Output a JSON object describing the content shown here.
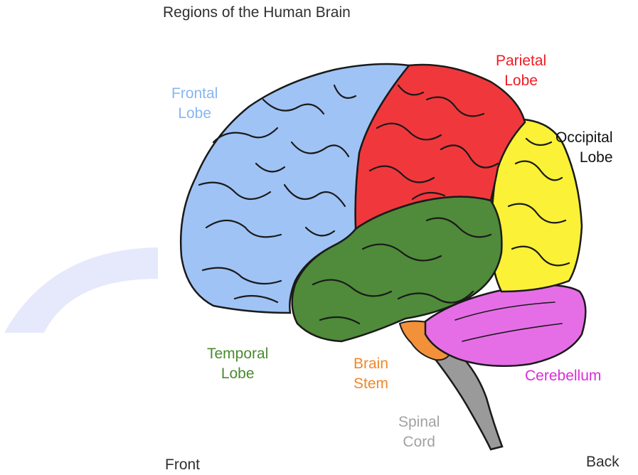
{
  "title": "Regions of the Human Brain",
  "regions": {
    "frontal": {
      "line1": "Frontal",
      "line2": "Lobe",
      "color": "#86b6f1"
    },
    "parietal": {
      "line1": "Parietal",
      "line2": "Lobe",
      "color": "#ef1c24"
    },
    "occipital": {
      "line1": "Occipital",
      "line2": "Lobe",
      "color": "#111111",
      "fill": "#fbf136"
    },
    "temporal": {
      "line1": "Temporal",
      "line2": "Lobe",
      "color": "#4a8a2f"
    },
    "brainstem": {
      "line1": "Brain",
      "line2": "Stem",
      "color": "#f0872a"
    },
    "cerebellum": {
      "line1": "Cerebellum",
      "color": "#d82ed8"
    },
    "spinal": {
      "line1": "Spinal",
      "line2": "Cord",
      "color": "#a2a2a2"
    }
  },
  "orientation": {
    "front": "Front",
    "back": "Back"
  },
  "colors": {
    "outline": "#1a1a1a",
    "watermark": "#e6e9fb",
    "background": "#ffffff"
  }
}
